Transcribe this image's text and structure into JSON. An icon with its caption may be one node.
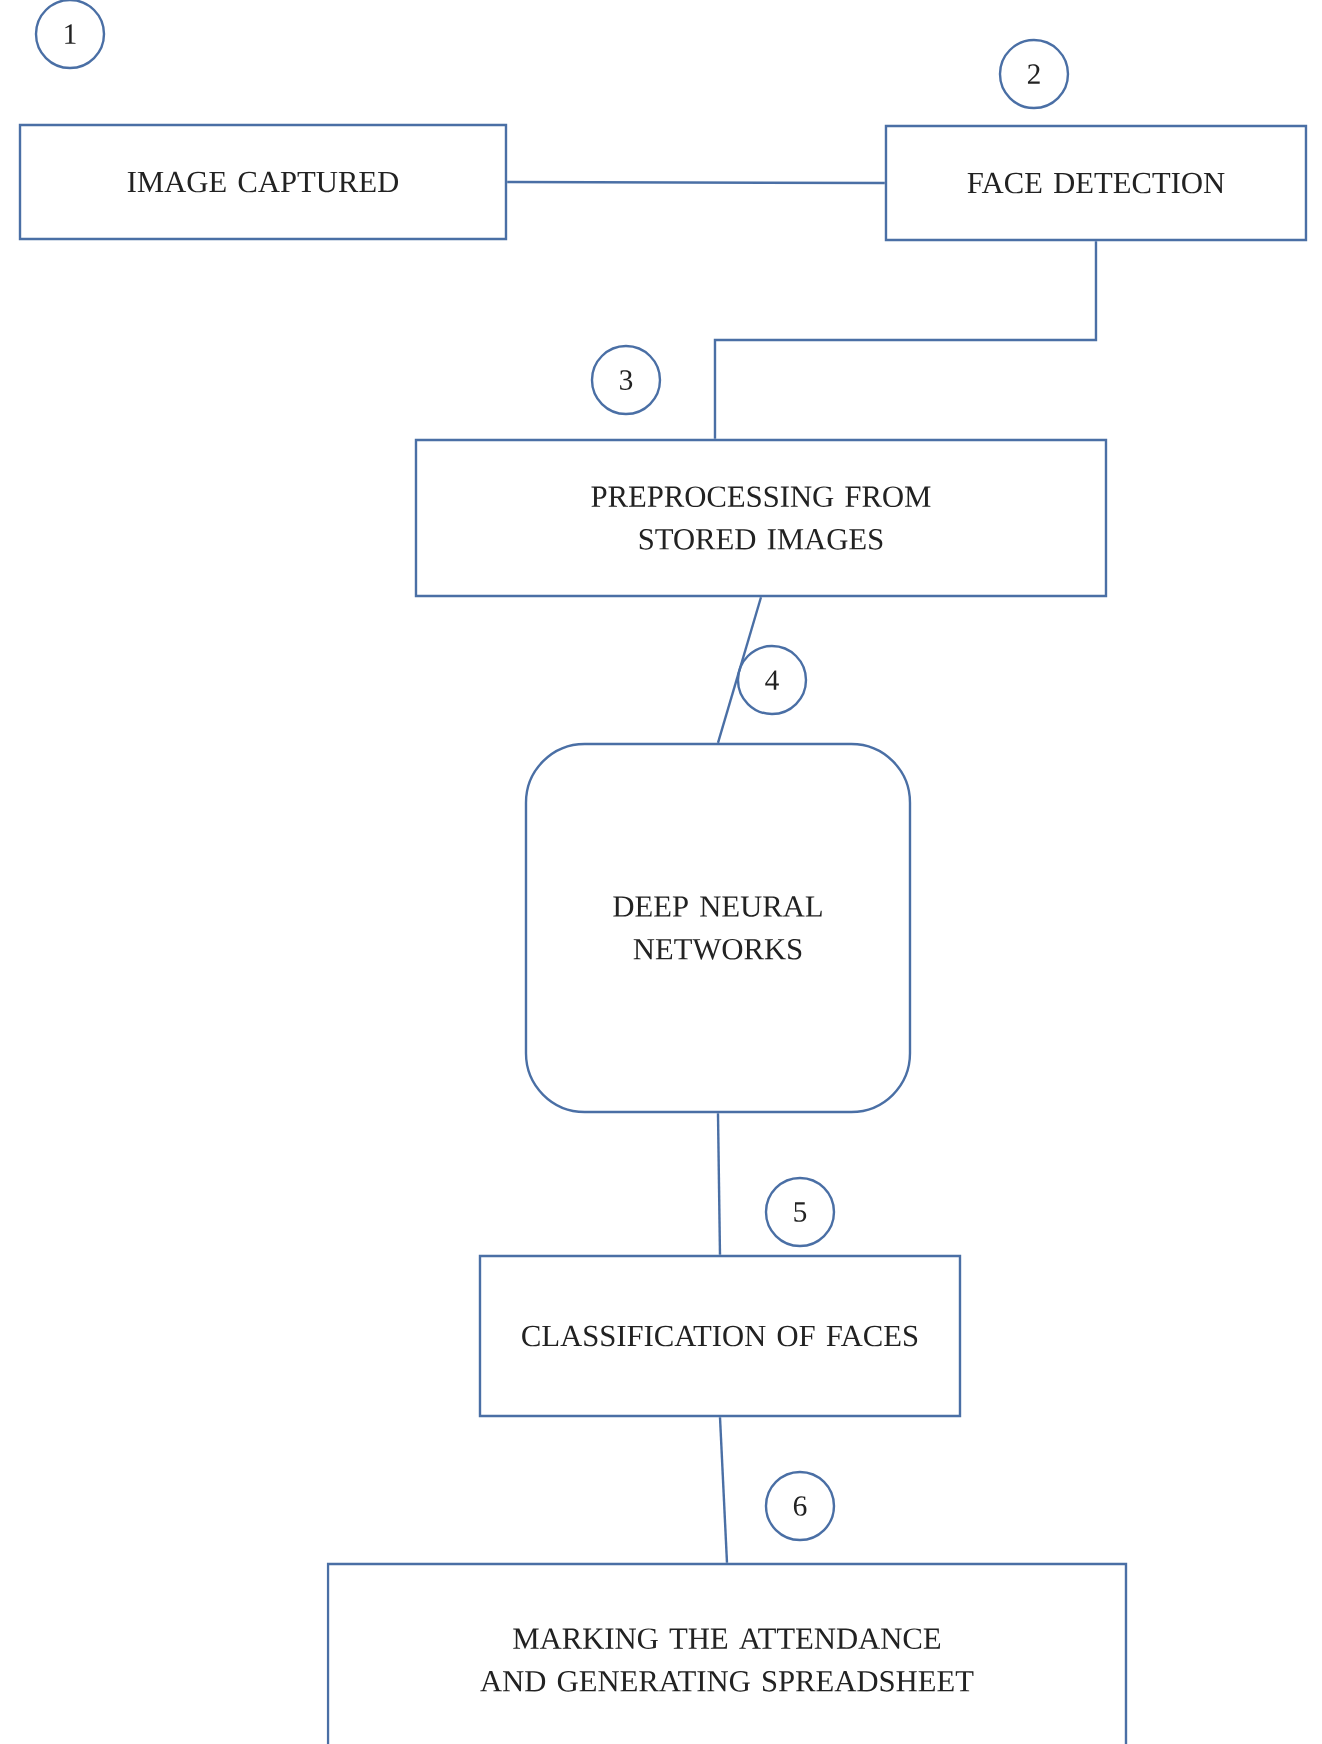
{
  "diagram": {
    "nodes": [
      {
        "text": [
          "1"
        ]
      },
      {
        "text": [
          "2"
        ]
      },
      {
        "text": [
          "IMAGE CAPTURED"
        ]
      },
      {
        "text": [
          "FACE DETECTION"
        ]
      },
      {
        "text": [
          "3"
        ]
      },
      {
        "text": [
          "PREPROCESSING FROM STORED IMAGES"
        ]
      },
      {
        "text": [
          "4"
        ]
      },
      {
        "text": [
          "DEEP NEURAL NETWORKS"
        ]
      },
      {
        "text": [
          "5"
        ]
      },
      {
        "text": [
          "CLASSIFICATION OF FACES"
        ]
      },
      {
        "text": [
          "6"
        ]
      },
      {
        "text": [
          "MARKING THE ATTENDANCE AND GENERATING SPREADSHEET"
        ]
      }
    ],
    "edges": [
      {
        "from": 2,
        "to": 3,
        "arrow": "none"
      },
      {
        "from": 3,
        "to": 5,
        "arrow": "none"
      },
      {
        "from": 5,
        "to": 7,
        "arrow": "none"
      },
      {
        "from": 7,
        "to": 9,
        "arrow": "none"
      },
      {
        "from": 9,
        "to": 11,
        "arrow": "none"
      }
    ]
  }
}
